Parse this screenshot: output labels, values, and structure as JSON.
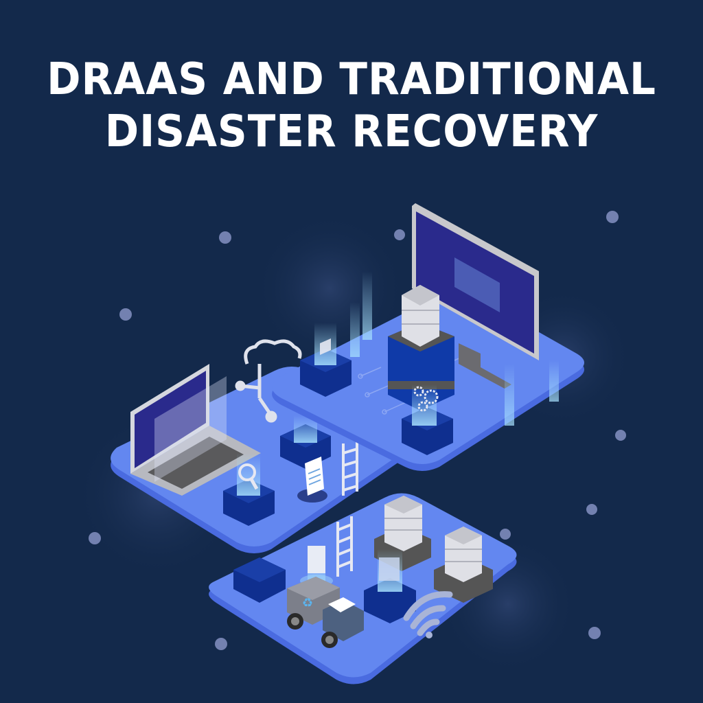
{
  "title": {
    "line1": "DRAAS AND TRADITIONAL",
    "line2": "DISASTER RECOVERY"
  },
  "colors": {
    "background": "#13294b",
    "title_text": "#ffffff",
    "platform_top": "#6387f0",
    "platform_edge": "#4a6be0",
    "block_dark": "#0f2f8f",
    "glass": "#9fd6f5",
    "screen": "#2a2a8c",
    "device_gray": "#c8c8cc",
    "bokeh": "#8c97c9"
  },
  "illustration": {
    "platforms": [
      {
        "name": "top-platform",
        "items": [
          "monitor-with-folder",
          "database-server",
          "gears",
          "download-tray",
          "glass-pillars"
        ]
      },
      {
        "name": "middle-platform",
        "items": [
          "laptop",
          "search-magnifier",
          "cloud-network",
          "document",
          "ladder"
        ]
      },
      {
        "name": "bottom-platform",
        "items": [
          "recycling-truck",
          "database-servers",
          "folder",
          "wifi-signal",
          "ladder",
          "document"
        ]
      }
    ]
  }
}
